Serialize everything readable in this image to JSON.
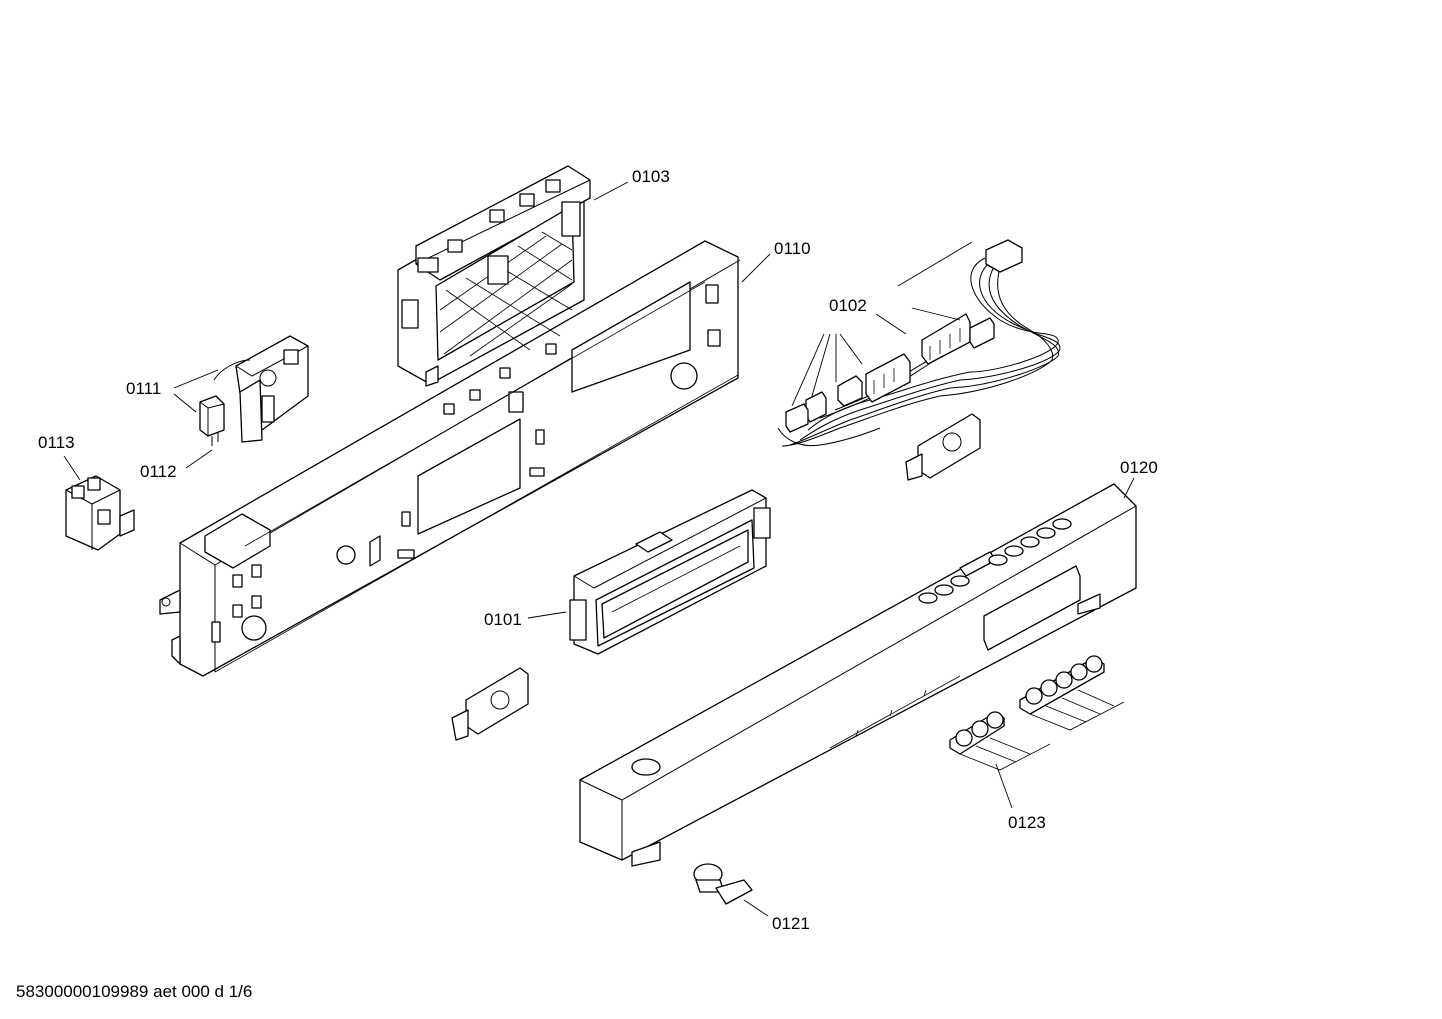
{
  "callouts": {
    "c0103": "0103",
    "c0110": "0110",
    "c0102": "0102",
    "c0111": "0111",
    "c0112": "0112",
    "c0113": "0113",
    "c0120": "0120",
    "c0101": "0101",
    "c0123": "0123",
    "c0121": "0121"
  },
  "footer": "58300000109989 aet 000 d 1/6"
}
